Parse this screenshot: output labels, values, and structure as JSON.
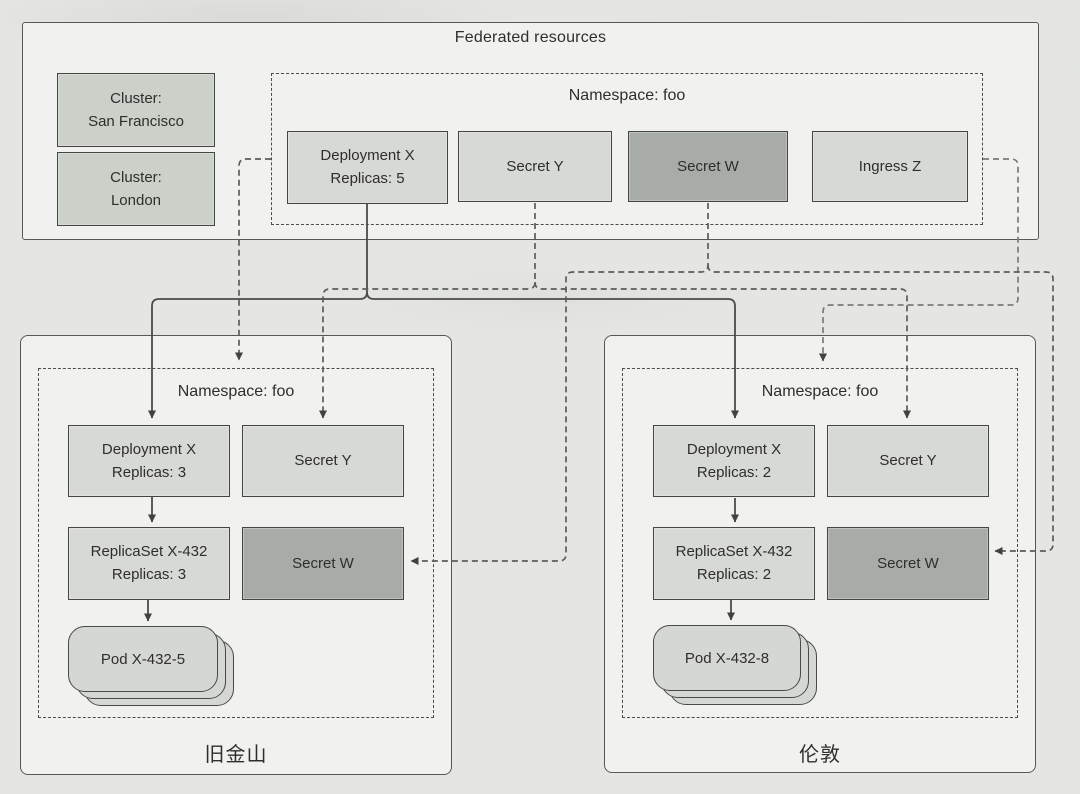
{
  "colors": {
    "page-bg": "#e5e6e3",
    "panel-bg": "#f1f2ef",
    "box-light": "#d7d9d4",
    "box-cluster": "#cbd0c9",
    "box-dark": "#a8aca6",
    "box-pod": "#d5d7d2",
    "line": "#4b4b4b",
    "line-soft": "#797d77",
    "ink": "#2e2e2e"
  },
  "federated": {
    "title": "Federated resources",
    "namespace_label": "Namespace: foo",
    "cluster_refs": [
      {
        "line1": "Cluster:",
        "line2": "San Francisco"
      },
      {
        "line1": "Cluster:",
        "line2": "London"
      }
    ],
    "resources": [
      {
        "line1": "Deployment X",
        "line2": "Replicas: 5"
      },
      {
        "line1": "Secret Y",
        "line2": ""
      },
      {
        "line1": "Secret W",
        "line2": ""
      },
      {
        "line1": "Ingress Z",
        "line2": ""
      }
    ]
  },
  "clusters": [
    {
      "name_label": "旧金山",
      "namespace_label": "Namespace: foo",
      "deployment": {
        "line1": "Deployment X",
        "line2": "Replicas: 3"
      },
      "secret_y": "Secret Y",
      "replicaset": {
        "line1": "ReplicaSet X-432",
        "line2": "Replicas: 3"
      },
      "secret_w": "Secret W",
      "pod": "Pod X-432-5"
    },
    {
      "name_label": "伦敦",
      "namespace_label": "Namespace: foo",
      "deployment": {
        "line1": "Deployment X",
        "line2": "Replicas: 2"
      },
      "secret_y": "Secret Y",
      "replicaset": {
        "line1": "ReplicaSet X-432",
        "line2": "Replicas: 2"
      },
      "secret_w": "Secret W",
      "pod": "Pod X-432-8"
    }
  ]
}
